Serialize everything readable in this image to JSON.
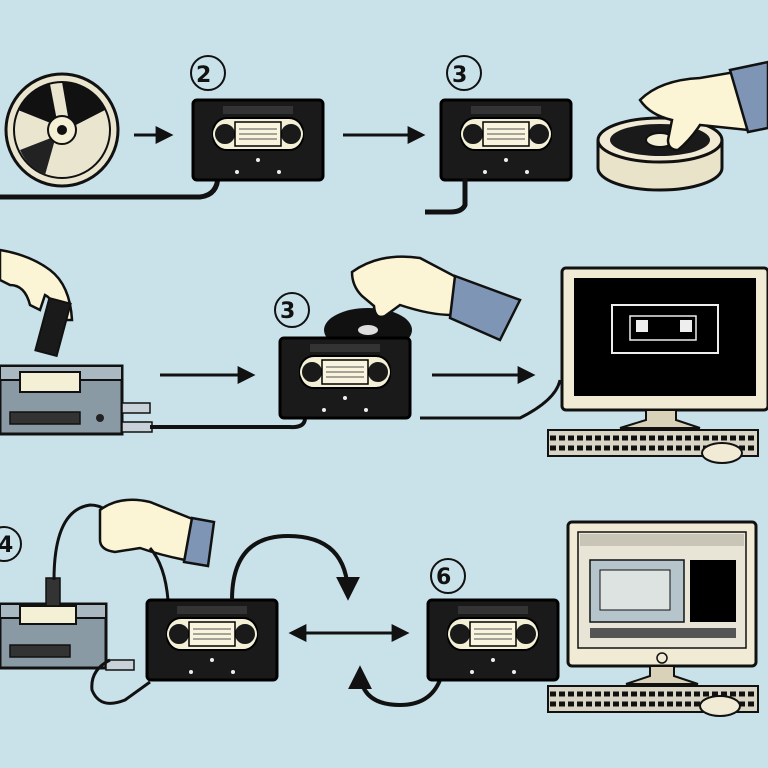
{
  "step_labels": {
    "top_second": "2",
    "top_third": "3",
    "middle": "3",
    "bottom_left": "4",
    "bottom_right": "6"
  },
  "colors": {
    "background": "#c9e2ea",
    "ink": "#111111",
    "cassette_body": "#1a1a1a",
    "label_paper": "#f4f0d6",
    "skin": "#fbf5d5",
    "sleeve": "#7f95b6",
    "device_metal": "#8a9aa5",
    "monitor_case": "#f1ead4",
    "monitor_screen": "#000000"
  },
  "icons": [
    "film-reel-icon",
    "vhs-cassette-icon",
    "hand-icon",
    "vcr-player-icon",
    "desktop-monitor-icon",
    "keyboard-icon",
    "mouse-icon",
    "arrow-icon",
    "double-arrow-icon",
    "cable-icon"
  ]
}
